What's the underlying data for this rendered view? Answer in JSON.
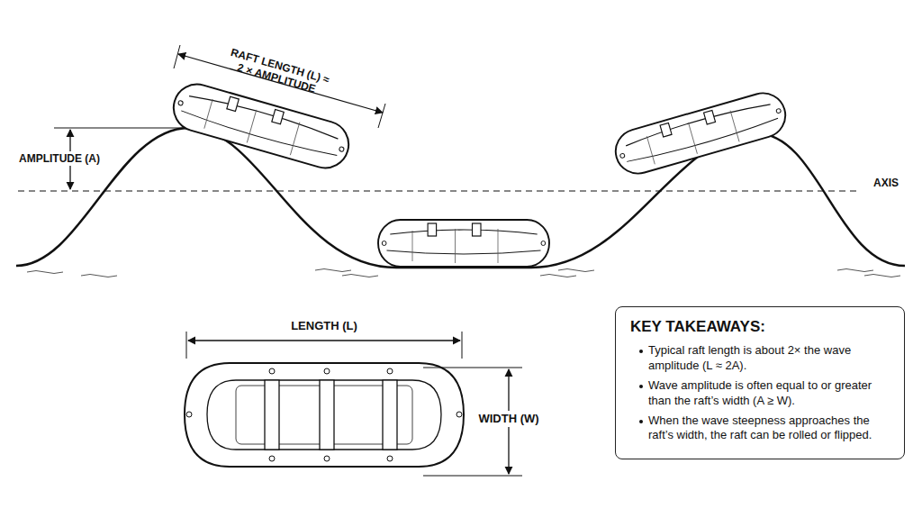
{
  "diagram": {
    "nodes": [
      {
        "text": [
          "KEY TAKEAWAYS:",
          "Typical raft length is about 2× the wave amplitude (L ≈ 2A).",
          "Wave amplitude is often equal to or greater than the raft’s width (A ≥ W).",
          "When the wave steepness approaches the raft’s width, the raft can be rolled or flipped."
        ]
      }
    ],
    "labels": [
      "RAFT LENGTH (L) ≈ 2 × AMPLITUDE",
      "AMPLITUDE (A)",
      "AXIS",
      "LENGTH (L)",
      "WIDTH (W)"
    ]
  }
}
